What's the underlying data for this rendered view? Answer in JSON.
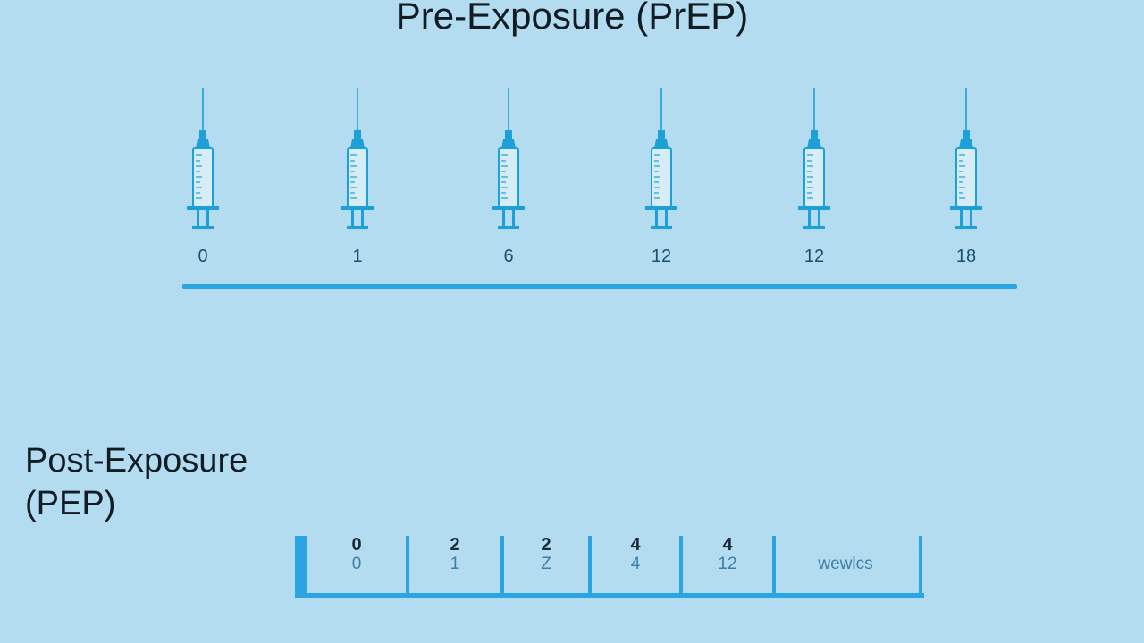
{
  "prep": {
    "title": "Pre-Exposure (PrEP)",
    "doses": [
      {
        "label": "0"
      },
      {
        "label": "1"
      },
      {
        "label": "6"
      },
      {
        "label": "12"
      },
      {
        "label": "12"
      },
      {
        "label": "18"
      }
    ]
  },
  "pep": {
    "title_line1": "Post-Exposure",
    "title_line2": "(PEP)",
    "columns": [
      {
        "top": "0",
        "bottom": "0"
      },
      {
        "top": "2",
        "bottom": "1"
      },
      {
        "top": "2",
        "bottom": "Z"
      },
      {
        "top": "4",
        "bottom": "4"
      },
      {
        "top": "4",
        "bottom": "12"
      }
    ],
    "unit_label": "wewlcs"
  },
  "icons": {
    "dose": "syringe-icon"
  },
  "colors": {
    "background": "#b3dcf0",
    "accent": "#2ba4e2",
    "syringe": "#1d9fd8",
    "title": "#111c24",
    "label": "#1c4f6e"
  }
}
